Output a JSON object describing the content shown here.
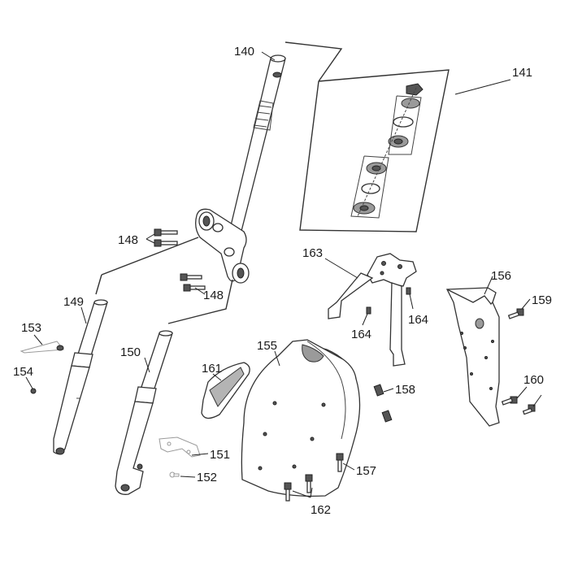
{
  "diagram": {
    "labels": [
      {
        "key": "p140",
        "text": "140"
      },
      {
        "key": "p141",
        "text": "141"
      },
      {
        "key": "p148a",
        "text": "148"
      },
      {
        "key": "p148b",
        "text": "148"
      },
      {
        "key": "p149",
        "text": "149"
      },
      {
        "key": "p150",
        "text": "150"
      },
      {
        "key": "p151",
        "text": "151"
      },
      {
        "key": "p152",
        "text": "152"
      },
      {
        "key": "p153",
        "text": "153"
      },
      {
        "key": "p154",
        "text": "154"
      },
      {
        "key": "p155",
        "text": "155"
      },
      {
        "key": "p156",
        "text": "156"
      },
      {
        "key": "p157",
        "text": "157"
      },
      {
        "key": "p158",
        "text": "158"
      },
      {
        "key": "p159",
        "text": "159"
      },
      {
        "key": "p160",
        "text": "160"
      },
      {
        "key": "p161",
        "text": "161"
      },
      {
        "key": "p162",
        "text": "162"
      },
      {
        "key": "p163",
        "text": "163"
      },
      {
        "key": "p164a",
        "text": "164"
      },
      {
        "key": "p164b",
        "text": "164"
      }
    ]
  }
}
